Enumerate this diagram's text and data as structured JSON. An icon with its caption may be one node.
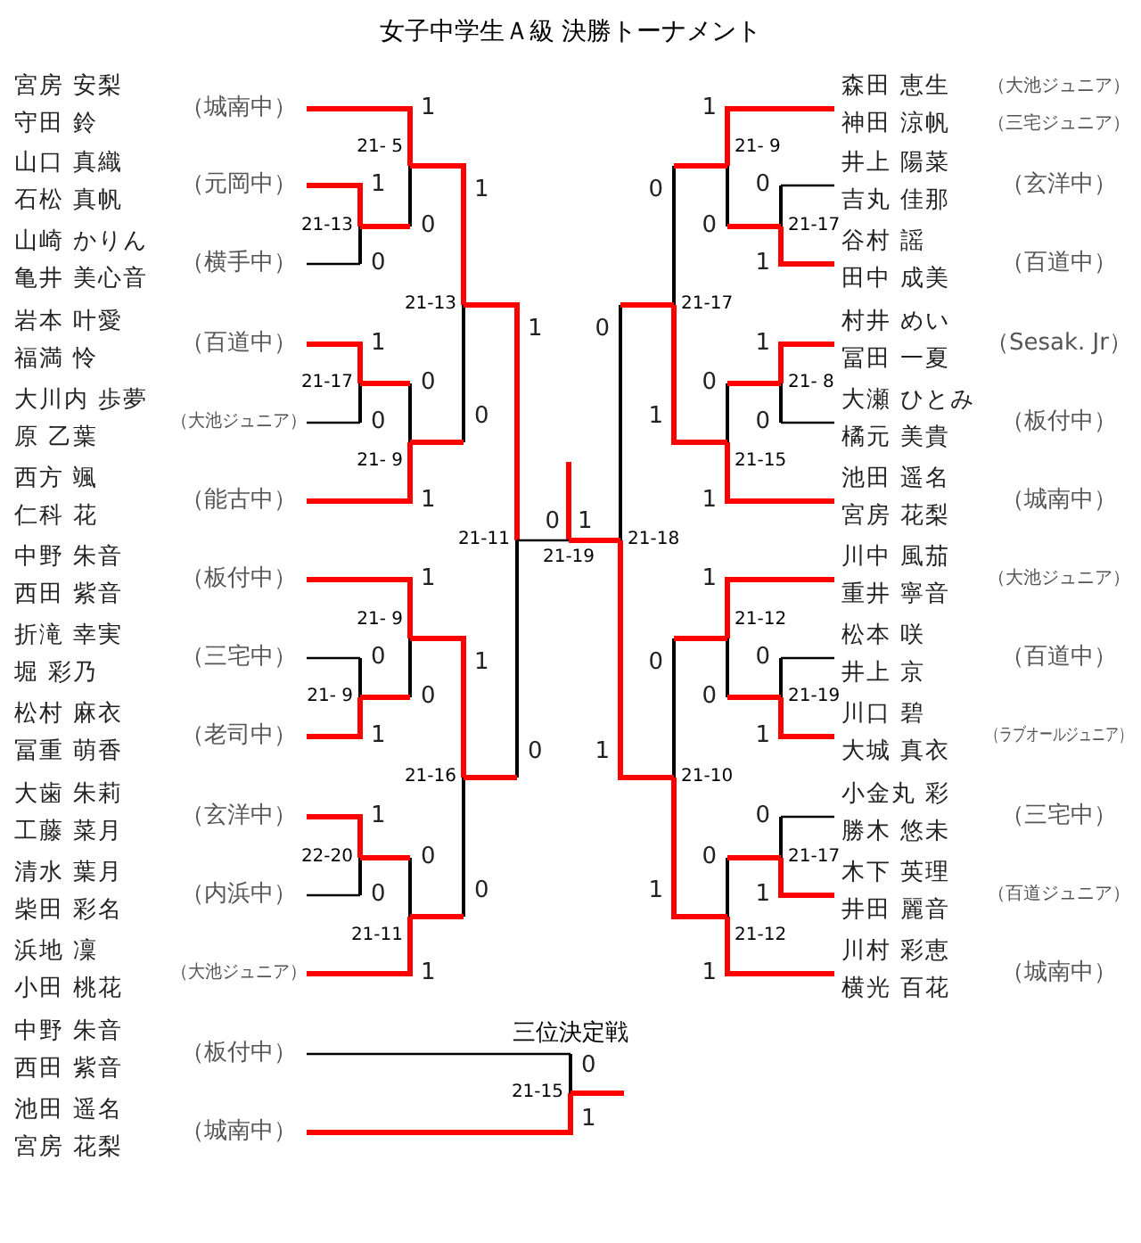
{
  "diagram": {
    "title": "女子中学生Ａ級 決勝トーナメント",
    "nodes": [
      {
        "text": [
          "宮房 安梨",
          "守田 鈴",
          "（城南中）"
        ]
      },
      {
        "text": [
          "山口 真織",
          "石松 真帆",
          "（元岡中）"
        ]
      },
      {
        "text": [
          "山崎 かりん",
          "亀井 美心音",
          "（横手中）"
        ]
      },
      {
        "text": [
          "岩本 叶愛",
          "福満 怜",
          "（百道中）"
        ]
      },
      {
        "text": [
          "大川内 歩夢",
          "原 乙葉",
          "（大池ジュニア）"
        ]
      },
      {
        "text": [
          "西方 颯",
          "仁科 花",
          "（能古中）"
        ]
      },
      {
        "text": [
          "中野 朱音",
          "西田 紫音",
          "（板付中）"
        ]
      },
      {
        "text": [
          "折滝 幸実",
          "堀 彩乃",
          "（三宅中）"
        ]
      },
      {
        "text": [
          "松村 麻衣",
          "冨重 萌香",
          "（老司中）"
        ]
      },
      {
        "text": [
          "大歯 朱莉",
          "工藤 菜月",
          "（玄洋中）"
        ]
      },
      {
        "text": [
          "清水 葉月",
          "柴田 彩名",
          "（内浜中）"
        ]
      },
      {
        "text": [
          "浜地 凜",
          "小田 桃花",
          "（大池ジュニア）"
        ]
      },
      {
        "text": [
          "森田 恵生",
          "（大池ジュニア）",
          "神田 涼帆",
          "（三宅ジュニア）"
        ]
      },
      {
        "text": [
          "井上 陽菜",
          "吉丸 佳那",
          "（玄洋中）"
        ]
      },
      {
        "text": [
          "谷村 謡",
          "田中 成美",
          "（百道中）"
        ]
      },
      {
        "text": [
          "村井 めい",
          "冨田 一夏",
          "（Sesak. Jr）"
        ]
      },
      {
        "text": [
          "大瀬 ひとみ",
          "橘元 美貴",
          "（板付中）"
        ]
      },
      {
        "text": [
          "池田 遥名",
          "宮房 花梨",
          "（城南中）"
        ]
      },
      {
        "text": [
          "川中 風茄",
          "重井 寧音",
          "（大池ジュニア）"
        ]
      },
      {
        "text": [
          "松本 咲",
          "井上 京",
          "（百道中）"
        ]
      },
      {
        "text": [
          "川口 碧",
          "大城 真衣",
          "（ラブオールジュニア）"
        ]
      },
      {
        "text": [
          "小金丸 彩",
          "勝木 悠未",
          "（三宅中）"
        ]
      },
      {
        "text": [
          "木下 英理",
          "井田 麗音",
          "（百道ジュニア）"
        ]
      },
      {
        "text": [
          "川村 彩恵",
          "横光 百花",
          "（城南中）"
        ]
      },
      {
        "text": [
          "中野 朱音",
          "西田 紫音",
          "（板付中）"
        ]
      },
      {
        "text": [
          "池田 遥名",
          "宮房 花梨",
          "（城南中）"
        ]
      },
      {
        "text": [],
        "shape": "bar",
        "beside": [
          "21-13"
        ]
      },
      {
        "text": [],
        "shape": "bar",
        "beside": [
          "21- 5"
        ]
      },
      {
        "text": [],
        "shape": "bar",
        "beside": [
          "21-17"
        ]
      },
      {
        "text": [],
        "shape": "bar",
        "beside": [
          "21- 9"
        ]
      },
      {
        "text": [],
        "shape": "bar",
        "beside": [
          "21-13"
        ]
      },
      {
        "text": [],
        "shape": "bar",
        "beside": [
          "21- 9"
        ]
      },
      {
        "text": [],
        "shape": "bar",
        "beside": [
          "21- 9"
        ]
      },
      {
        "text": [],
        "shape": "bar",
        "beside": [
          "22-20"
        ]
      },
      {
        "text": [],
        "shape": "bar",
        "beside": [
          "21-11"
        ]
      },
      {
        "text": [],
        "shape": "bar",
        "beside": [
          "21-16"
        ]
      },
      {
        "text": [],
        "shape": "bar",
        "beside": [
          "21-11"
        ]
      },
      {
        "text": [],
        "shape": "bar",
        "beside": [
          "21-17"
        ]
      },
      {
        "text": [],
        "shape": "bar",
        "beside": [
          "21- 9"
        ]
      },
      {
        "text": [],
        "shape": "bar",
        "beside": [
          "21- 8"
        ]
      },
      {
        "text": [],
        "shape": "bar",
        "beside": [
          "21-15"
        ]
      },
      {
        "text": [],
        "shape": "bar",
        "beside": [
          "21-17"
        ]
      },
      {
        "text": [],
        "shape": "bar",
        "beside": [
          "21-19"
        ]
      },
      {
        "text": [],
        "shape": "bar",
        "beside": [
          "21-12"
        ]
      },
      {
        "text": [],
        "shape": "bar",
        "beside": [
          "21-17"
        ]
      },
      {
        "text": [],
        "shape": "bar",
        "beside": [
          "21-12"
        ]
      },
      {
        "text": [],
        "shape": "bar",
        "beside": [
          "21-10"
        ]
      },
      {
        "text": [],
        "shape": "bar",
        "beside": [
          "21-18"
        ]
      },
      {
        "text": [],
        "shape": "bar",
        "beside": [
          "21-19"
        ]
      },
      {
        "text": [],
        "shape": "bar",
        "beside": [
          "21-15"
        ]
      }
    ],
    "edges": [
      {
        "from": 1,
        "to": 26,
        "arrow": "none",
        "label": "1"
      },
      {
        "from": 2,
        "to": 26,
        "arrow": "none",
        "label": "0",
        "color": "#000000"
      },
      {
        "from": 0,
        "to": 27,
        "arrow": "none",
        "label": "1"
      },
      {
        "from": 26,
        "to": 27,
        "arrow": "none",
        "label": "0"
      },
      {
        "from": 3,
        "to": 28,
        "arrow": "none",
        "label": "1"
      },
      {
        "from": 4,
        "to": 28,
        "arrow": "none",
        "label": "0",
        "color": "#000000"
      },
      {
        "from": 28,
        "to": 29,
        "arrow": "none",
        "label": "0"
      },
      {
        "from": 5,
        "to": 29,
        "arrow": "none",
        "label": "1"
      },
      {
        "from": 27,
        "to": 30,
        "arrow": "none",
        "label": "1"
      },
      {
        "from": 29,
        "to": 30,
        "arrow": "none",
        "label": "0"
      },
      {
        "from": 7,
        "to": 31,
        "arrow": "none",
        "label": "0",
        "color": "#000000"
      },
      {
        "from": 8,
        "to": 31,
        "arrow": "none",
        "label": "1"
      },
      {
        "from": 6,
        "to": 32,
        "arrow": "none",
        "label": "1"
      },
      {
        "from": 31,
        "to": 32,
        "arrow": "none",
        "label": "0"
      },
      {
        "from": 9,
        "to": 33,
        "arrow": "none",
        "label": "1"
      },
      {
        "from": 10,
        "to": 33,
        "arrow": "none",
        "label": "0",
        "color": "#000000"
      },
      {
        "from": 33,
        "to": 34,
        "arrow": "none",
        "label": "0"
      },
      {
        "from": 11,
        "to": 34,
        "arrow": "none",
        "label": "1"
      },
      {
        "from": 32,
        "to": 35,
        "arrow": "none",
        "label": "1"
      },
      {
        "from": 34,
        "to": 35,
        "arrow": "none",
        "label": "0"
      },
      {
        "from": 30,
        "to": 36,
        "arrow": "none",
        "label": "1"
      },
      {
        "from": 35,
        "to": 36,
        "arrow": "none",
        "label": "0"
      },
      {
        "from": 13,
        "to": 37,
        "arrow": "none",
        "label": "0",
        "color": "#000000"
      },
      {
        "from": 14,
        "to": 37,
        "arrow": "none",
        "label": "1"
      },
      {
        "from": 12,
        "to": 38,
        "arrow": "none",
        "label": "1"
      },
      {
        "from": 37,
        "to": 38,
        "arrow": "none",
        "label": "0"
      },
      {
        "from": 15,
        "to": 39,
        "arrow": "none",
        "label": "1"
      },
      {
        "from": 16,
        "to": 39,
        "arrow": "none",
        "label": "0",
        "color": "#000000"
      },
      {
        "from": 39,
        "to": 40,
        "arrow": "none",
        "label": "0"
      },
      {
        "from": 17,
        "to": 40,
        "arrow": "none",
        "label": "1"
      },
      {
        "from": 38,
        "to": 41,
        "arrow": "none",
        "label": "0"
      },
      {
        "from": 40,
        "to": 41,
        "arrow": "none",
        "label": "1"
      },
      {
        "from": 19,
        "to": 42,
        "arrow": "none",
        "label": "0",
        "color": "#000000"
      },
      {
        "from": 20,
        "to": 42,
        "arrow": "none",
        "label": "1"
      },
      {
        "from": 18,
        "to": 43,
        "arrow": "none",
        "label": "1"
      },
      {
        "from": 42,
        "to": 43,
        "arrow": "none",
        "label": "0"
      },
      {
        "from": 21,
        "to": 44,
        "arrow": "none",
        "label": "0",
        "color": "#000000"
      },
      {
        "from": 22,
        "to": 44,
        "arrow": "none",
        "label": "1"
      },
      {
        "from": 44,
        "to": 45,
        "arrow": "none",
        "label": "0"
      },
      {
        "from": 23,
        "to": 45,
        "arrow": "none",
        "label": "1"
      },
      {
        "from": 43,
        "to": 46,
        "arrow": "none",
        "label": "0"
      },
      {
        "from": 45,
        "to": 46,
        "arrow": "none",
        "label": "1"
      },
      {
        "from": 41,
        "to": 47,
        "arrow": "none",
        "label": "0"
      },
      {
        "from": 46,
        "to": 47,
        "arrow": "none",
        "label": "1"
      },
      {
        "from": 36,
        "to": 48,
        "arrow": "none",
        "label": "0",
        "color": "#000000"
      },
      {
        "from": 47,
        "to": 48,
        "arrow": "none",
        "label": "1"
      },
      {
        "from": 24,
        "to": 49,
        "arrow": "none",
        "label": "0",
        "color": "#000000"
      },
      {
        "from": 25,
        "to": 49,
        "arrow": "none",
        "label": "1"
      },
      {
        "from": 49,
        "to": null,
        "arrow": "none"
      }
    ],
    "labels": [
      "三位決定戦"
    ]
  }
}
